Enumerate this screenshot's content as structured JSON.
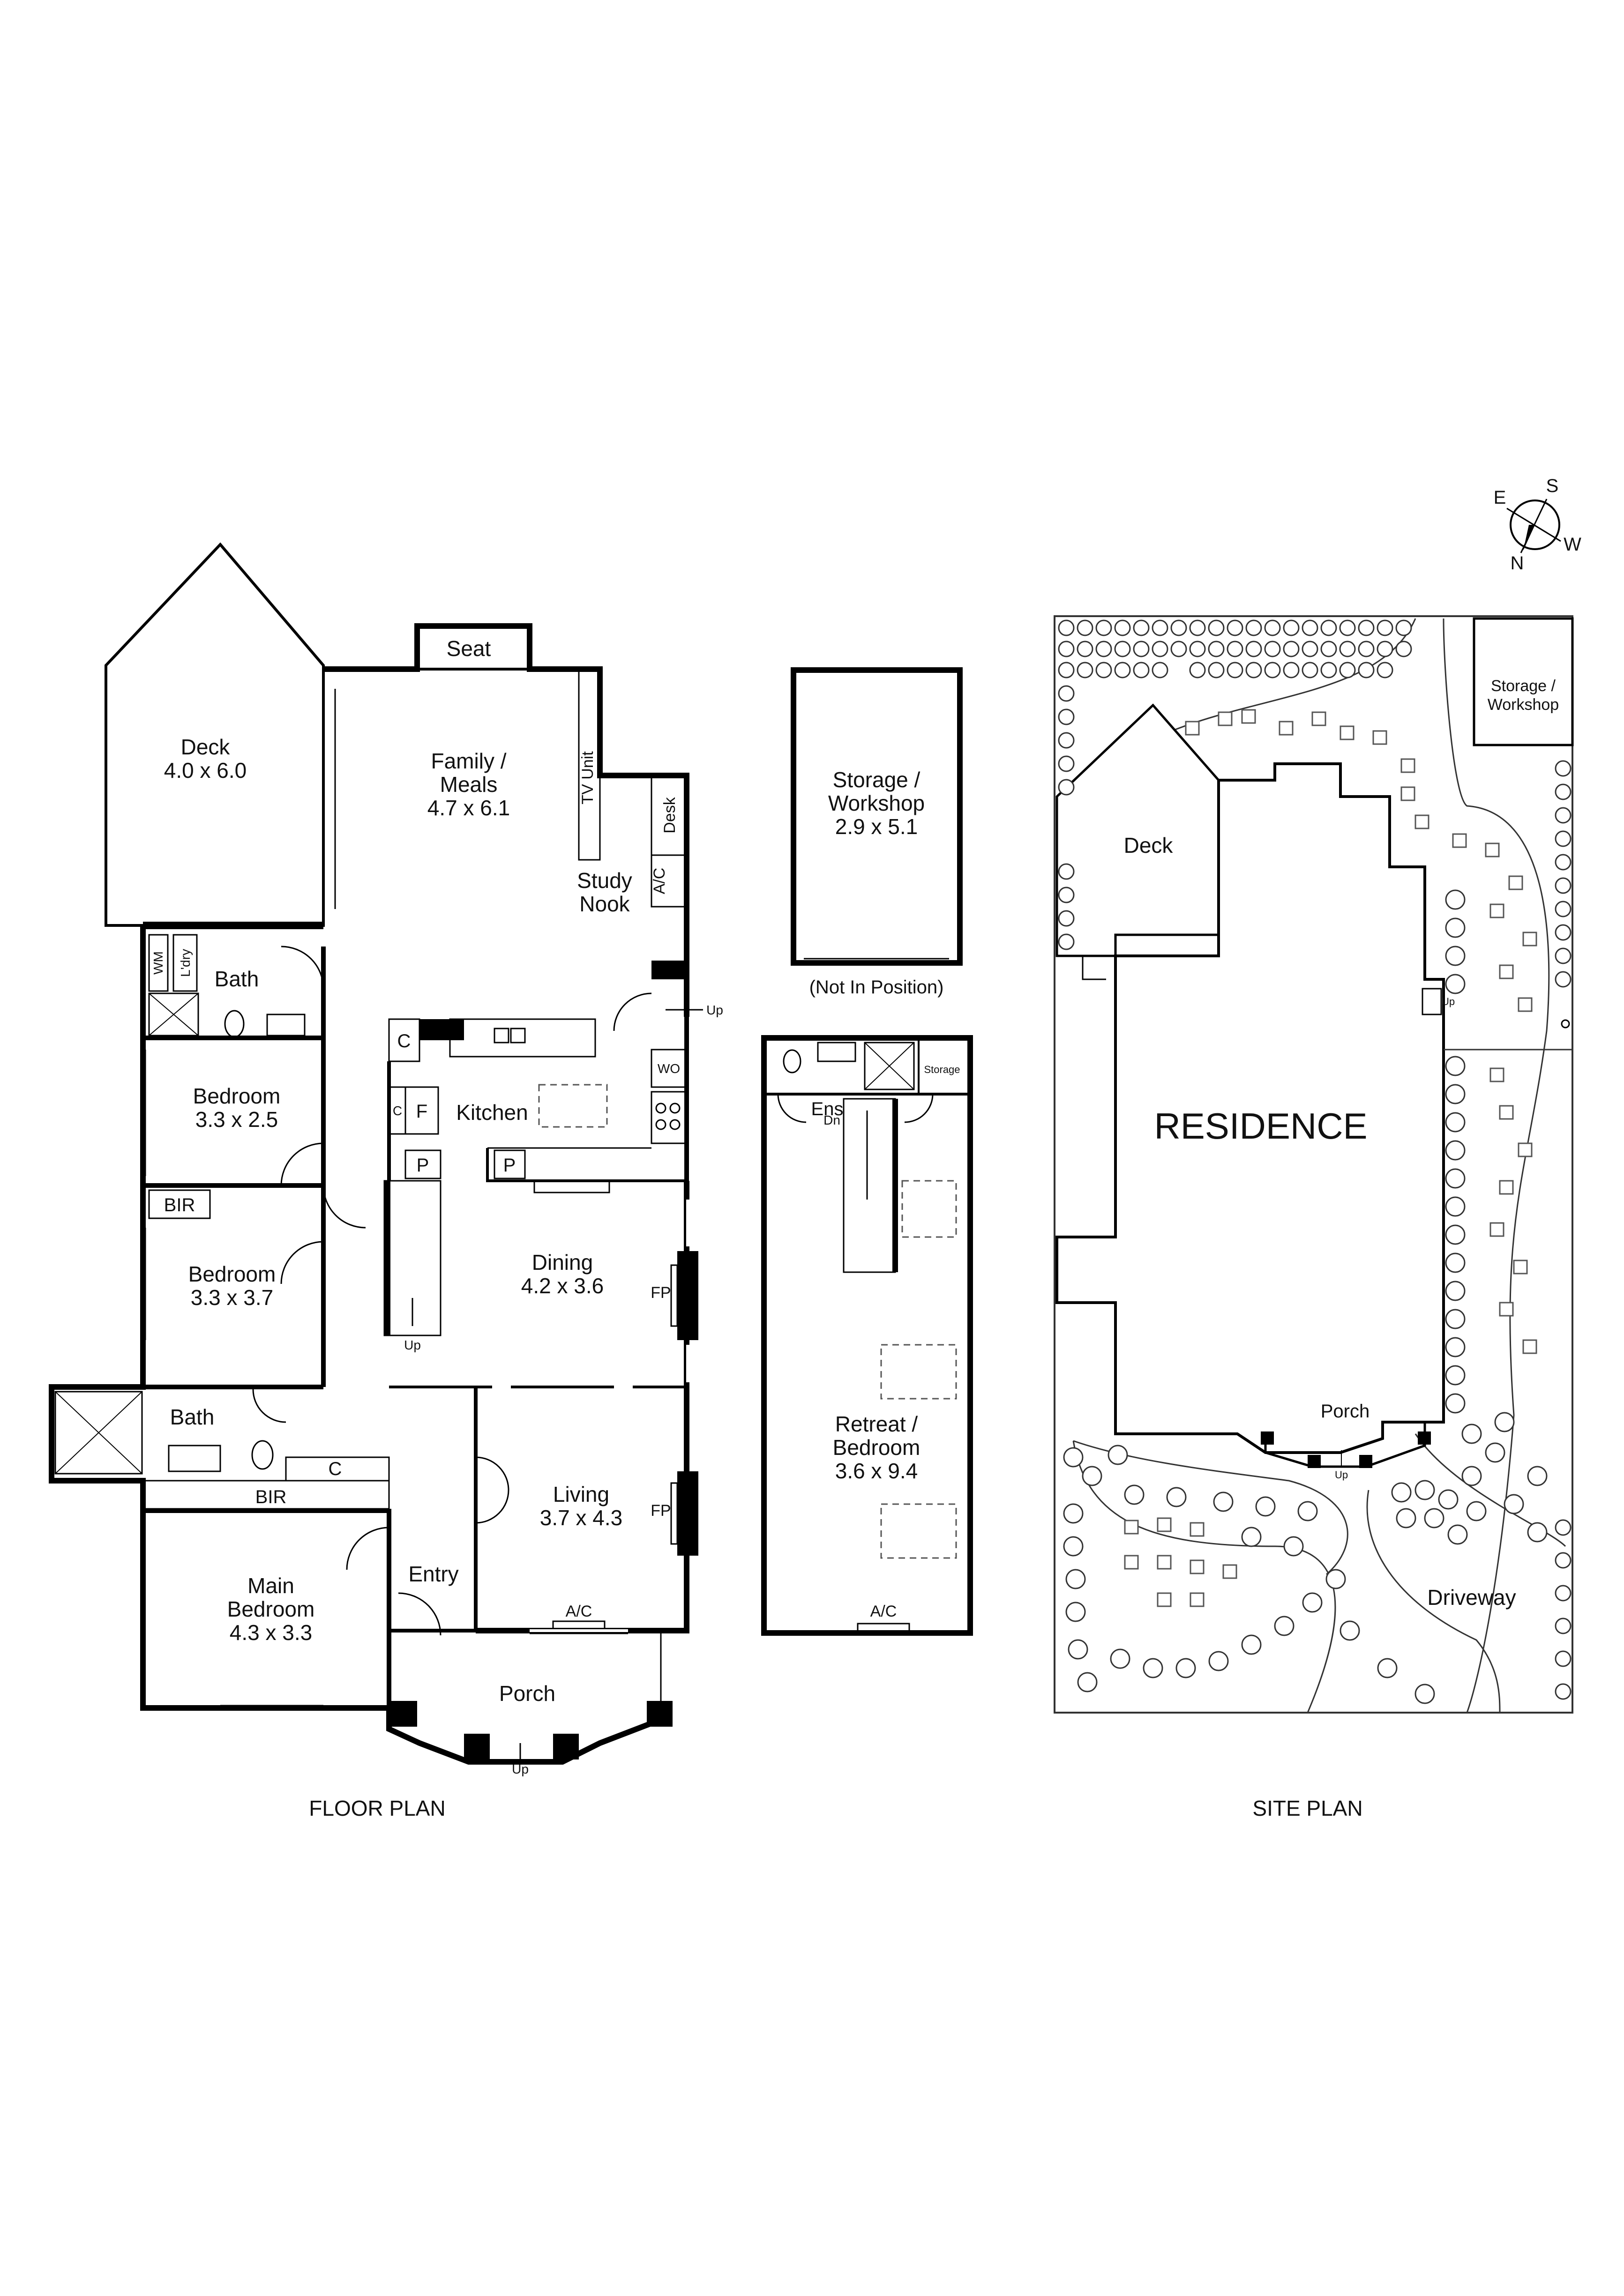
{
  "floor_plan": {
    "title": "FLOOR PLAN",
    "rooms": {
      "deck": [
        "Deck",
        "4.0 x 6.0"
      ],
      "seat": "Seat",
      "family": [
        "Family /",
        "Meals",
        "4.7 x 6.1"
      ],
      "tv_unit": "TV Unit",
      "desk": "Desk",
      "ac_top": "A/C",
      "study": [
        "Study",
        "Nook"
      ],
      "wm": "WM",
      "ldry": "L'dry",
      "bath_top": "Bath",
      "bedroom_a": [
        "Bedroom",
        "3.3 x 2.5"
      ],
      "c_kitchen": "C",
      "c_small": "C",
      "f_kitchen": "F",
      "kitchen": "Kitchen",
      "wo": "WO",
      "p_left": "P",
      "p_right": "P",
      "up_stair": "Up",
      "up_side": "Up",
      "bir_top": "BIR",
      "bedroom_b": [
        "Bedroom",
        "3.3 x 3.7"
      ],
      "dining": [
        "Dining",
        "4.2 x 3.6"
      ],
      "fp_dining": "FP",
      "bath_bottom": "Bath",
      "c_bath": "C",
      "bir_bottom": "BIR",
      "living": [
        "Living",
        "3.7 x 4.3"
      ],
      "fp_living": "FP",
      "entry": "Entry",
      "main_bedroom": [
        "Main",
        "Bedroom",
        "4.3 x 3.3"
      ],
      "ac_living": "A/C",
      "porch": "Porch",
      "up_porch": "Up"
    }
  },
  "outbuilding": {
    "storage": [
      "Storage /",
      "Workshop",
      "2.9 x 5.1"
    ],
    "note": "(Not In Position)"
  },
  "upper_level": {
    "ens": "Ens",
    "storage": "Storage",
    "dn": "Dn",
    "retreat": [
      "Retreat /",
      "Bedroom",
      "3.6 x 9.4"
    ],
    "ac": "A/C"
  },
  "site_plan": {
    "title": "SITE PLAN",
    "residence": "RESIDENCE",
    "deck": "Deck",
    "storage": [
      "Storage /",
      "Workshop"
    ],
    "porch": "Porch",
    "up_porch": "Up",
    "up_side": "Up",
    "driveway": "Driveway"
  },
  "compass": {
    "e": "E",
    "s": "S",
    "w": "W",
    "n": "N"
  }
}
